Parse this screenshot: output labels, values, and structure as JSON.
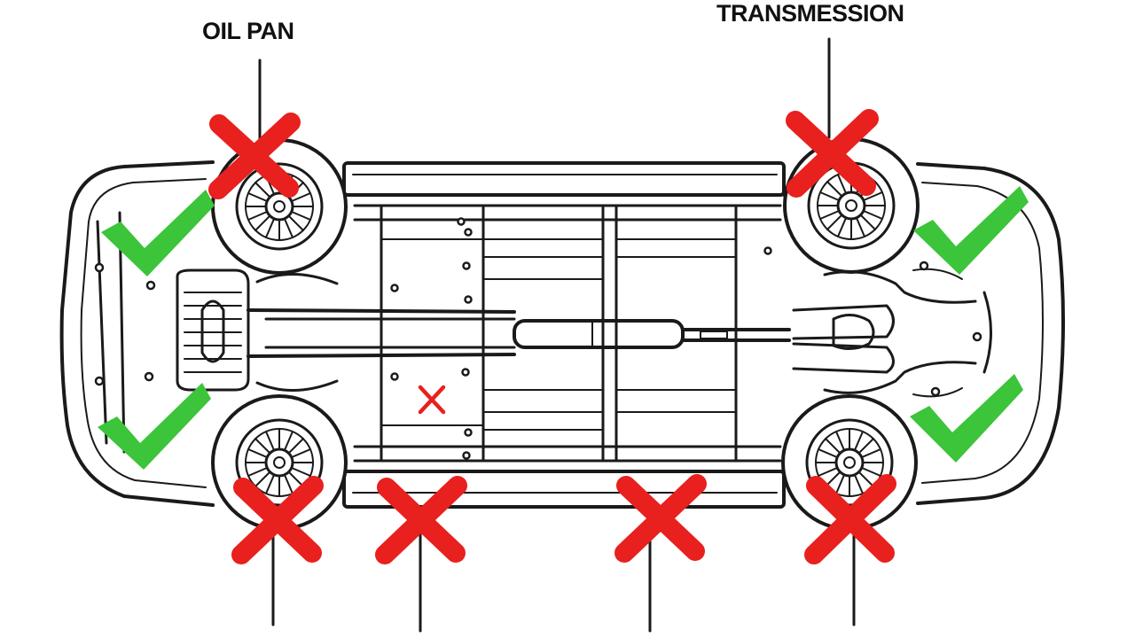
{
  "labels": {
    "oil_pan": "OIL PAN",
    "transmission": "TRANSMESSION"
  },
  "colors": {
    "cross": "#e8201e",
    "check": "#3cc43a",
    "ink": "#1a1a1a"
  },
  "marker_types": [
    "cross-mark",
    "check-mark"
  ]
}
